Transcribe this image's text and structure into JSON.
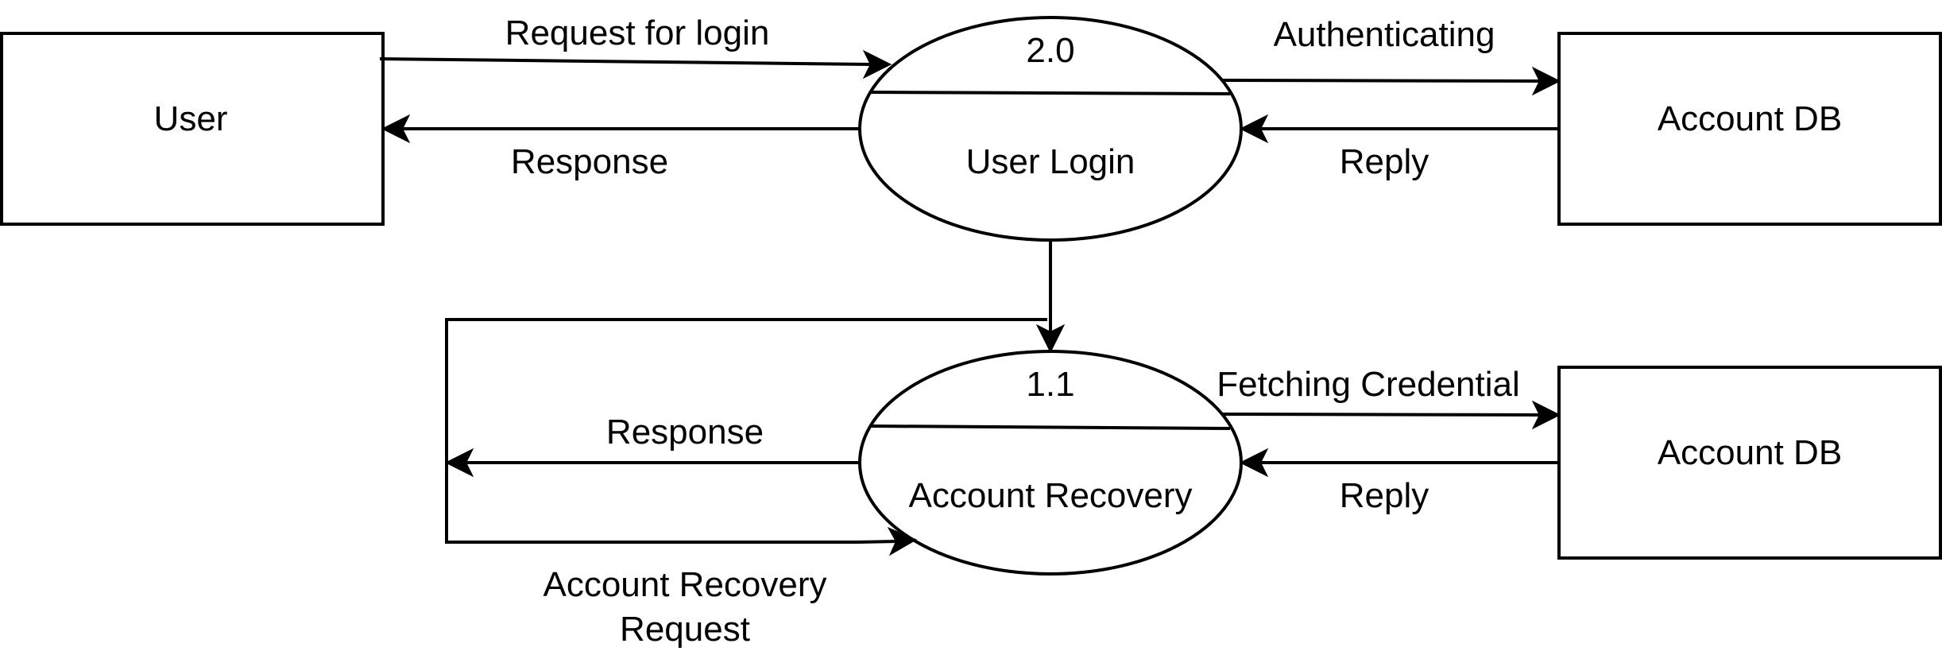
{
  "entities": {
    "user": "User",
    "account_db_top": "Account DB",
    "account_db_bottom": "Account DB"
  },
  "processes": {
    "login": {
      "number": "2.0",
      "name": "User Login"
    },
    "recovery": {
      "number": "1.1",
      "name": "Account Recovery"
    }
  },
  "flows": {
    "request_for_login": "Request for login",
    "response_login": "Response",
    "authenticating": "Authenticating",
    "reply_top": "Reply",
    "fetching_credential": "Fetching Credential",
    "reply_bottom": "Reply",
    "response_recovery": "Response",
    "account_recovery_request_line1": "Account Recovery",
    "account_recovery_request_line2": "Request"
  }
}
